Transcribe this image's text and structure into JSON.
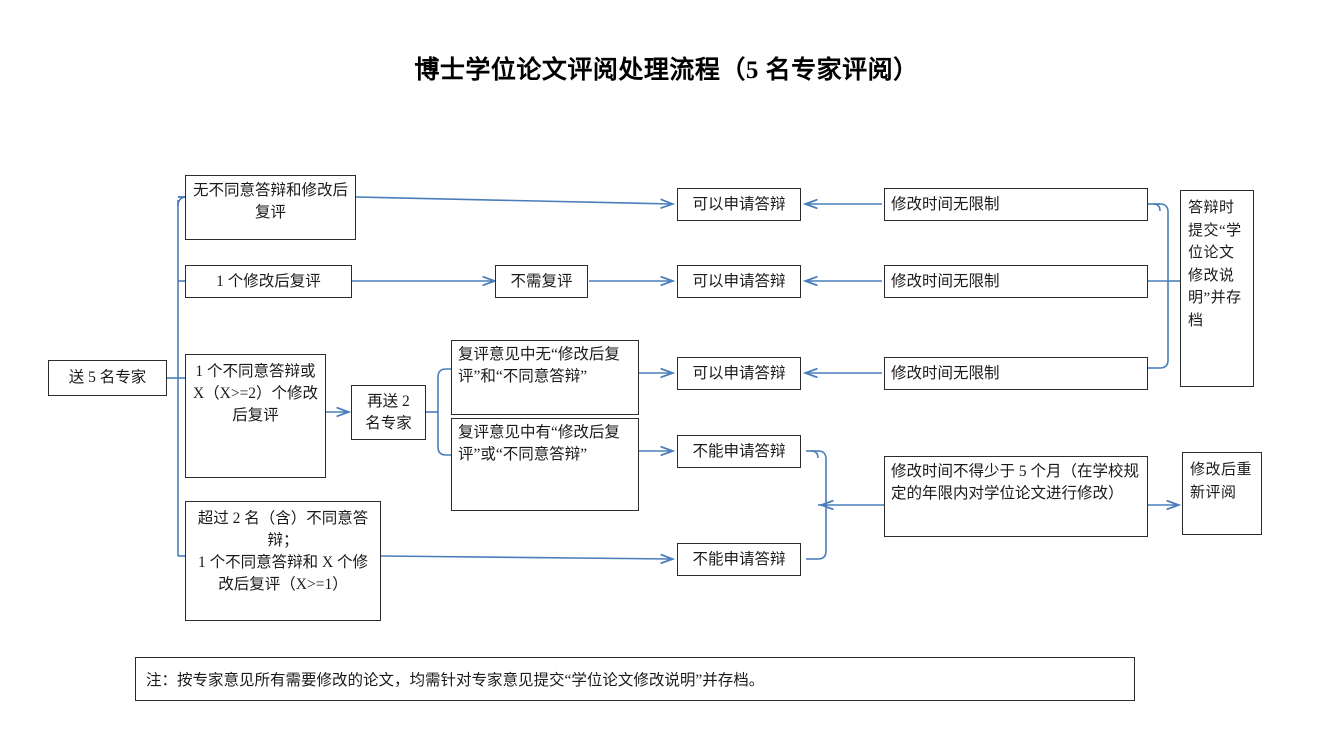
{
  "document": {
    "title": "博士学位论文评阅处理流程（5 名专家评阅）",
    "type": "flowchart",
    "line_color": "#4a7ebb",
    "box_border_color": "#2b2b2b",
    "text_color": "#1a1a1a",
    "background": "#ffffff"
  },
  "nodes": {
    "start": "送 5 名专家",
    "branch_none": "无不同意答辩和修改后复评",
    "branch_one_revise": "1 个修改后复评",
    "branch_one_disagree": "1 个不同意答辩或 X（X>=2）个修改后复评",
    "branch_over_two": "超过 2 名（含）不同意答辩；\n1 个不同意答辩和 X 个修改后复评（X>=1）",
    "resend_two": "再送 2 名专家",
    "review_no_issue": "复评意见中无“修改后复评”和“不同意答辩”",
    "review_has_issue": "复评意见中有“修改后复评”或“不同意答辩”",
    "can_apply_1": "可以申请答辩",
    "can_apply_2": "可以申请答辩",
    "can_apply_3": "可以申请答辩",
    "cannot_apply_1": "不能申请答辩",
    "cannot_apply_2": "不能申请答辩",
    "no_review_needed": "不需复评",
    "time_unlimited_1": "修改时间无限制",
    "time_unlimited_2": "修改时间无限制",
    "time_unlimited_3": "修改时间无限制",
    "time_min_five_months": "修改时间不得少于 5 个月（在学校规定的年限内对学位论文进行修改）",
    "submit_statement": "答辩时提交“学位论文修改说明”并存档",
    "re_review": "修改后重新评阅"
  },
  "note": "注：按专家意见所有需要修改的论文，均需针对专家意见提交“学位论文修改说明”并存档。"
}
